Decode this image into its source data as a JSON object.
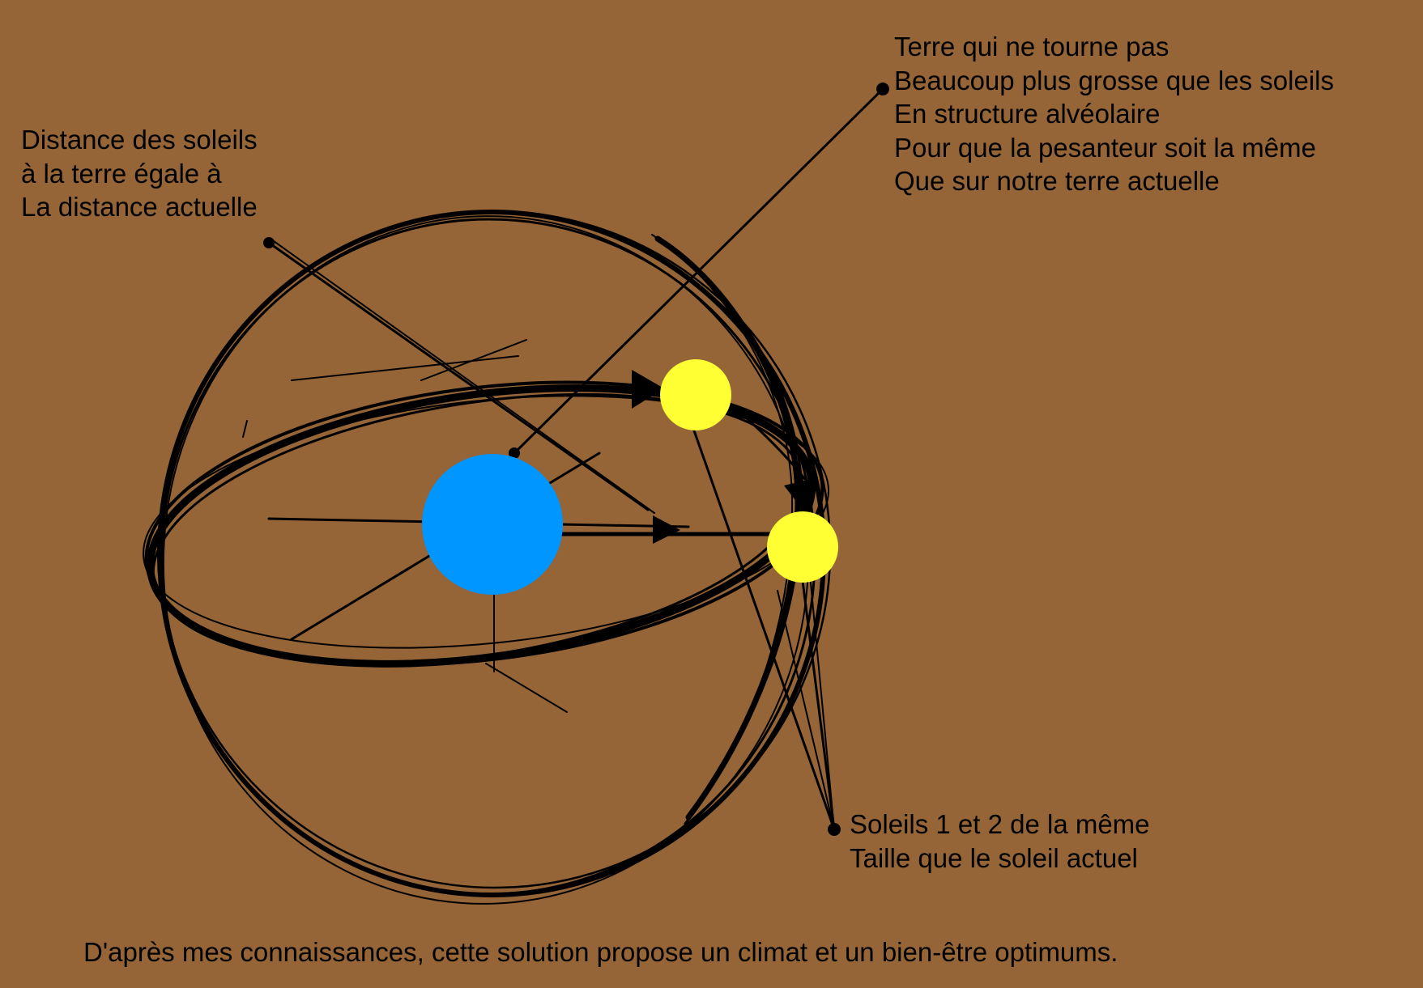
{
  "colors": {
    "background": "#956437",
    "earth": "#0096FF",
    "sun": "#FFFF33",
    "ink": "#000000"
  },
  "labels": {
    "distance": {
      "line1": "Distance des soleils",
      "line2": "à la terre égale à",
      "line3": "La distance actuelle"
    },
    "terre": {
      "line1": "Terre qui ne tourne pas",
      "line2": "Beaucoup plus grosse que les soleils",
      "line3": "En structure alvéolaire",
      "line4": "Pour que la pesanteur soit la même",
      "line5": "Que sur notre terre actuelle"
    },
    "soleils": {
      "line1": "Soleils 1 et 2 de la même",
      "line2": "Taille que le soleil actuel"
    },
    "conclusion": "D'après mes connaissances, cette solution propose un climat et un bien-être optimums."
  }
}
